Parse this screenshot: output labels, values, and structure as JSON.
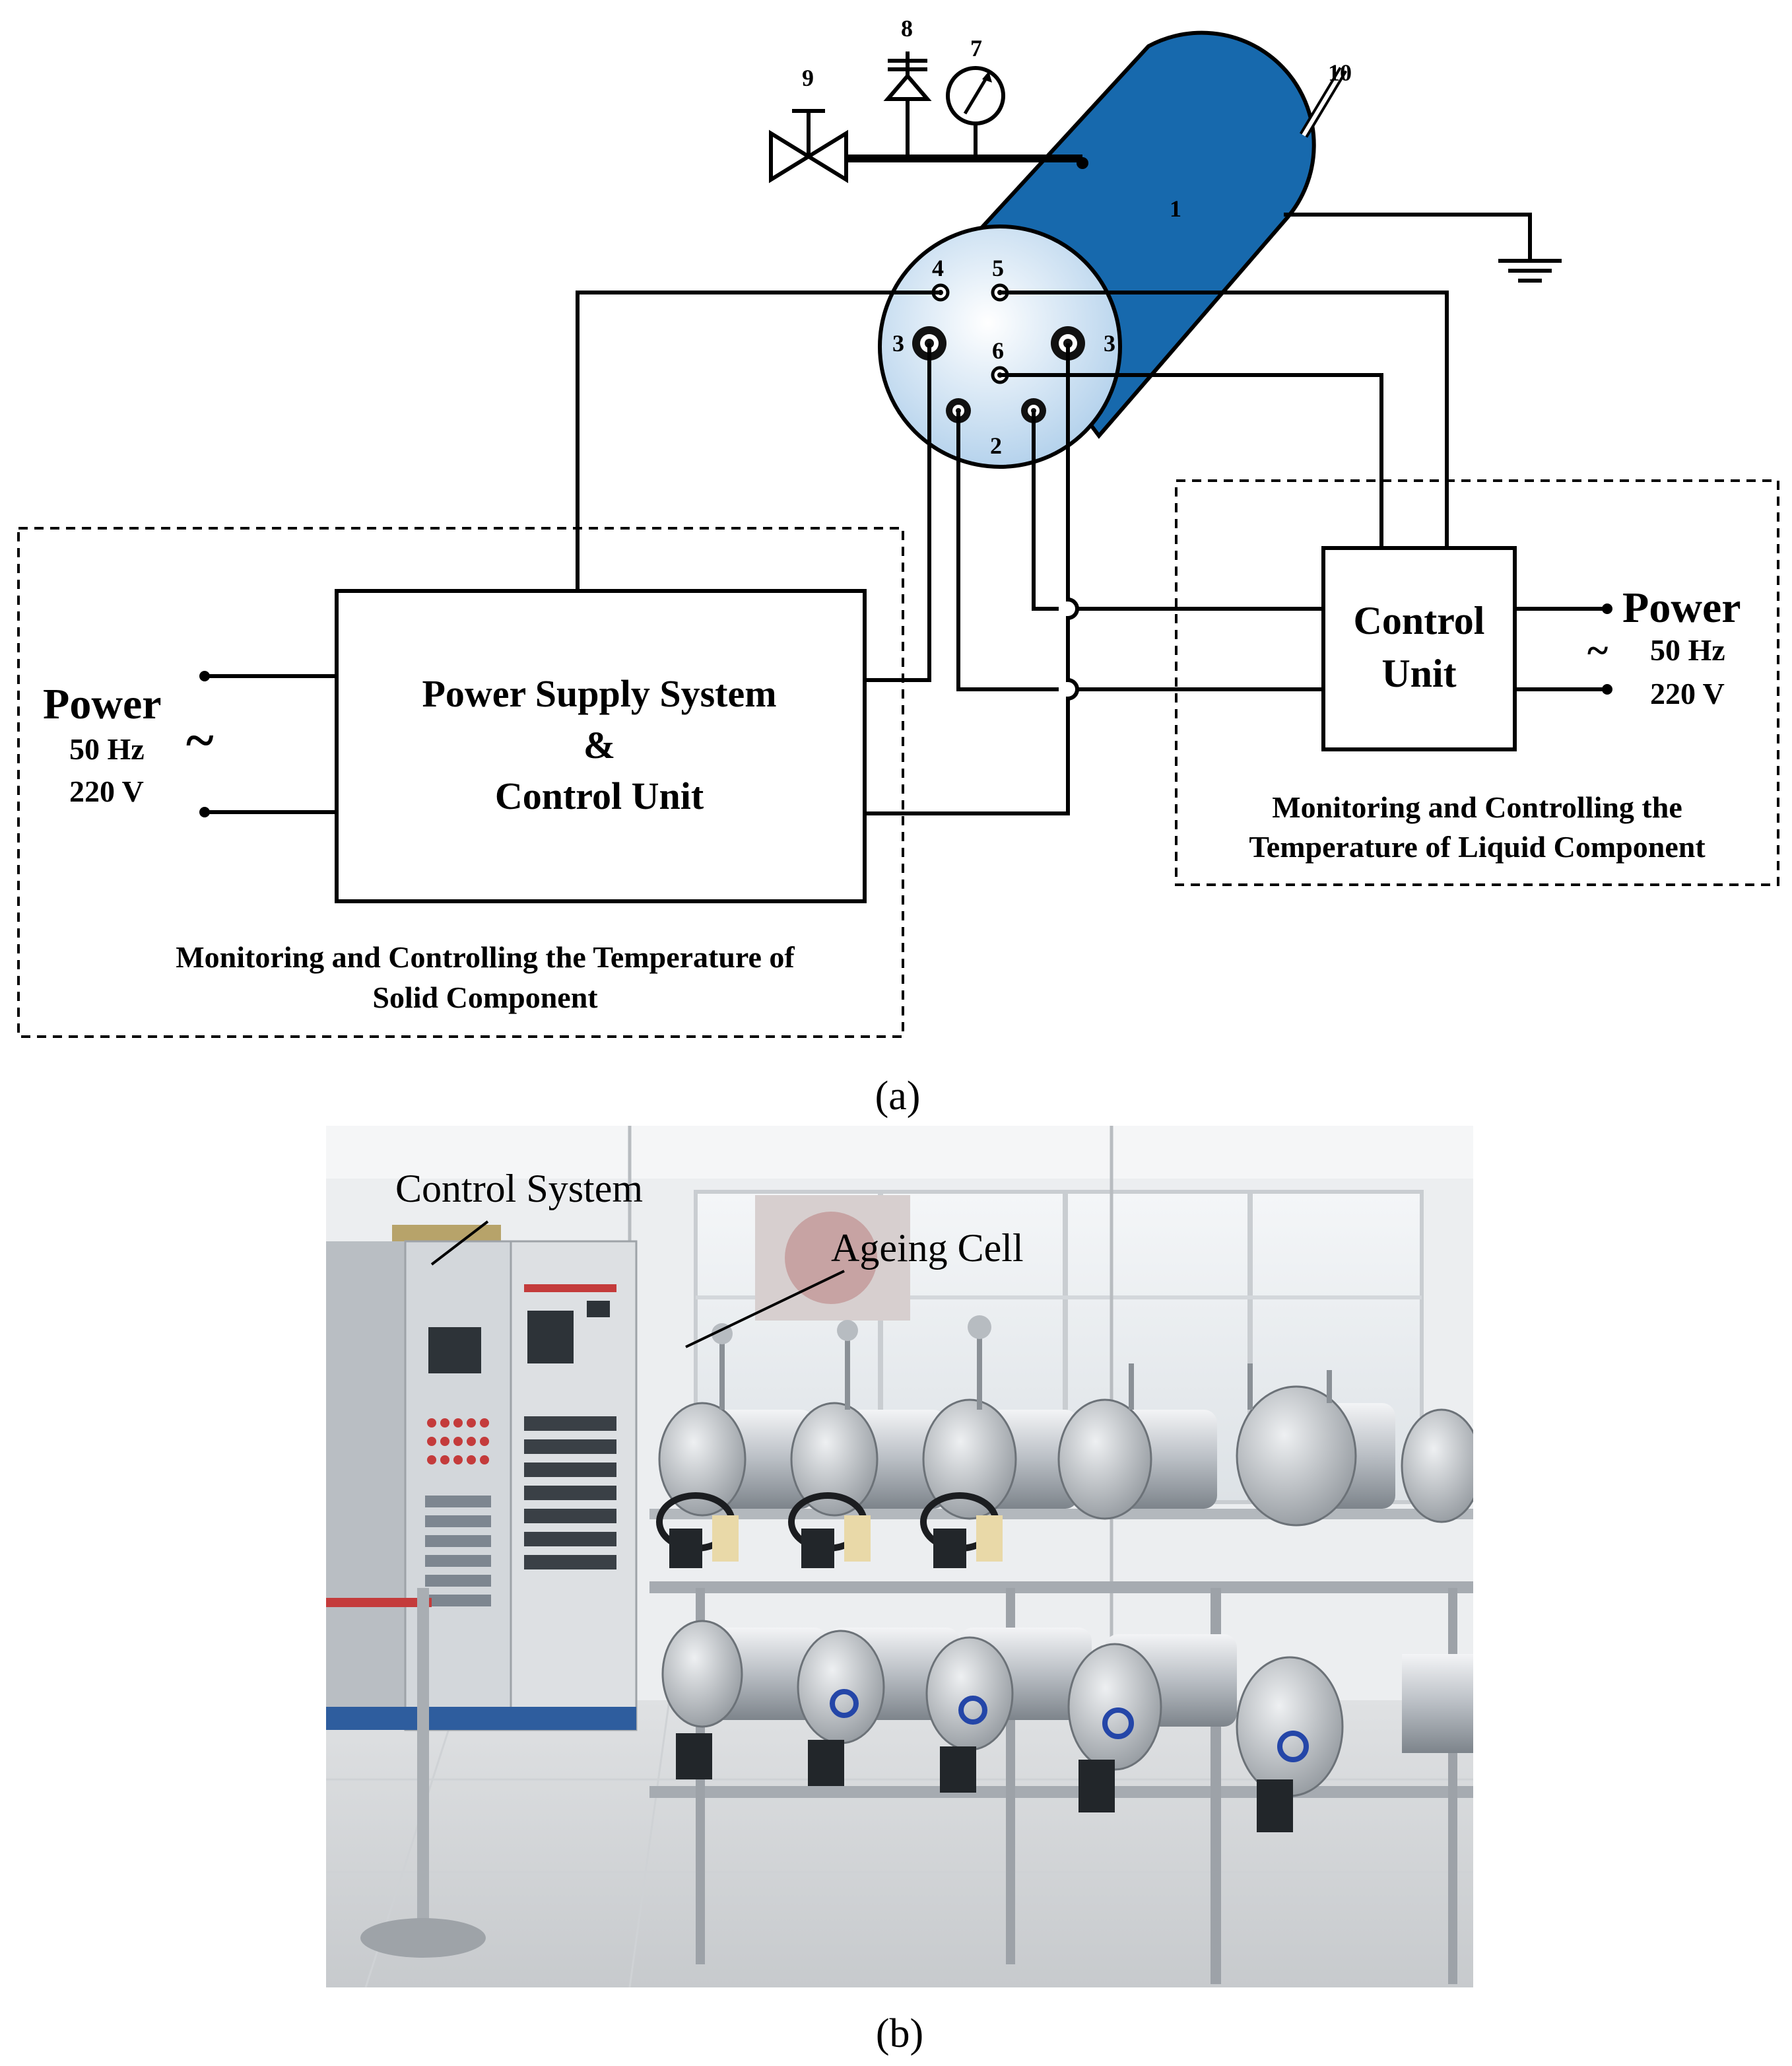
{
  "figure": {
    "panel_a": {
      "caption": "(a)",
      "component_numbers": {
        "vessel": "1",
        "bottom_electrode": "2",
        "left_electrode": "3",
        "right_electrode": "3",
        "top_left_port": "4",
        "top_right_port": "5",
        "center_port": "6",
        "gauge": "7",
        "safety_valve": "8",
        "valve": "9",
        "probe": "10"
      },
      "left_box": {
        "title_line1": "Power Supply System",
        "title_line2": "&",
        "title_line3": "Control Unit",
        "power_label": "Power",
        "freq": "50 Hz",
        "voltage": "220 V",
        "tilde": "~",
        "group_caption_line1": "Monitoring and Controlling the Temperature of",
        "group_caption_line2": "Solid Component"
      },
      "right_box": {
        "title_line1": "Control",
        "title_line2": "Unit",
        "power_label": "Power",
        "freq": "50 Hz",
        "voltage": "220 V",
        "tilde": "~",
        "group_caption_line1": "Monitoring and Controlling the",
        "group_caption_line2": "Temperature of Liquid Component"
      }
    },
    "panel_b": {
      "caption": "(b)",
      "label_control_system": "Control System",
      "label_ageing_cell": "Ageing Cell"
    },
    "colors": {
      "vessel_blue": "#1769ad",
      "vessel_face": "#cfe3f5",
      "wall": "#e9ebee",
      "floor": "#e2e4e6",
      "cabinet": "#d7dbdf",
      "steel": "#c2c6cb"
    }
  }
}
